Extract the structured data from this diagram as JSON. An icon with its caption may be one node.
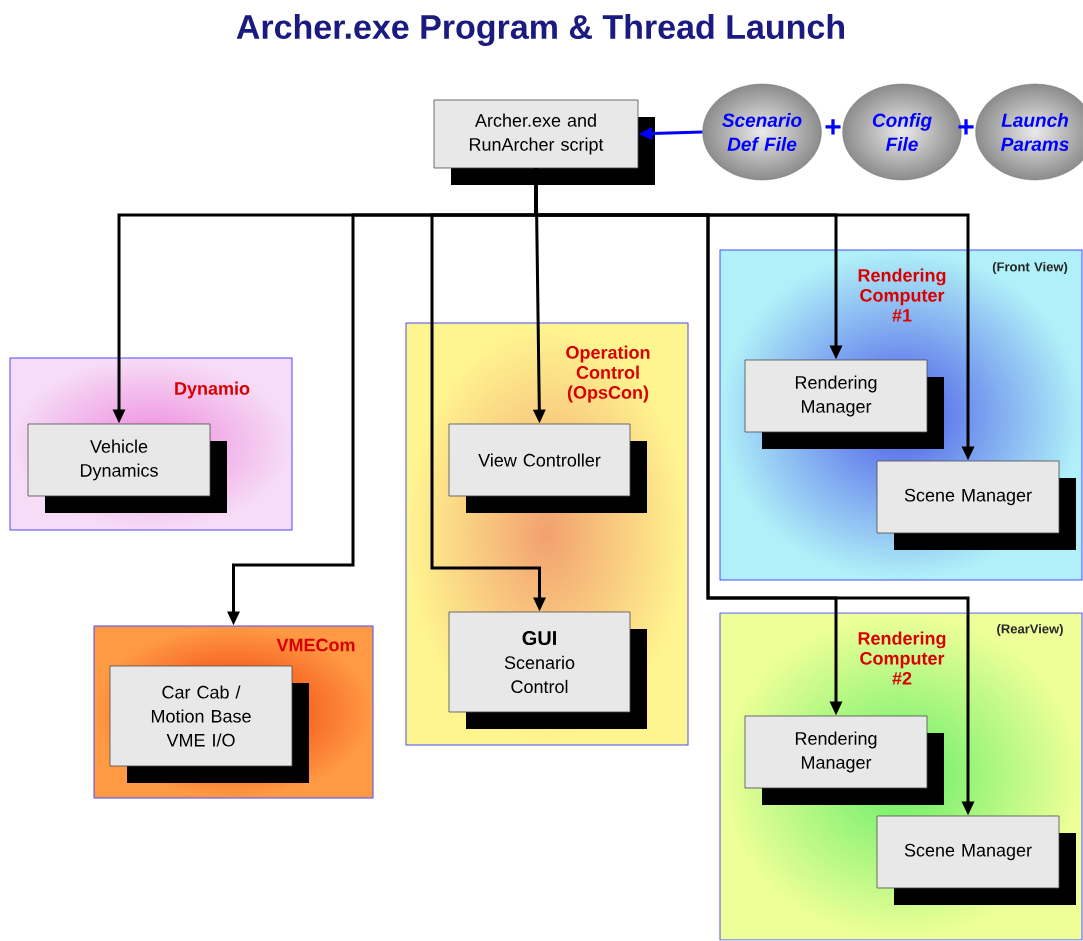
{
  "diagram": {
    "title": "Archer.exe Program & Thread Launch",
    "nodes": [
      {
        "text": [
          "Archer.exe and RunArcher script"
        ]
      },
      {
        "text": [
          "Scenario Def File"
        ]
      },
      {
        "text": [
          "Config File"
        ]
      },
      {
        "text": [
          "Launch Params"
        ]
      },
      {
        "text": [
          "Dynamio"
        ]
      },
      {
        "text": [
          "Vehicle Dynamics"
        ],
        "in": 4
      },
      {
        "text": [
          "VMECom"
        ]
      },
      {
        "text": [
          "Car Cab / Motion Base VME I/O"
        ],
        "in": 6
      },
      {
        "text": [
          "Operation Control (OpsCon)"
        ]
      },
      {
        "text": [
          "View Controller"
        ],
        "in": 8
      },
      {
        "text": [
          "GUI",
          "Scenario Control"
        ],
        "in": 8
      },
      {
        "text": [
          "Rendering Computer #1",
          "(Front View)"
        ]
      },
      {
        "text": [
          "Rendering Manager"
        ],
        "in": 11
      },
      {
        "text": [
          "Scene Manager"
        ],
        "in": 11
      },
      {
        "text": [
          "Rendering Computer #2",
          "(RearView)"
        ]
      },
      {
        "text": [
          "Rendering Manager"
        ],
        "in": 14
      },
      {
        "text": [
          "Scene Manager"
        ],
        "in": 14
      }
    ],
    "edges": [
      {
        "from": 1,
        "to": 0,
        "arrow": "to",
        "color": "#0000ff"
      },
      {
        "from": 0,
        "to": 5,
        "arrow": "to"
      },
      {
        "from": 0,
        "to": 6,
        "arrow": "to"
      },
      {
        "from": 0,
        "to": 9,
        "arrow": "to"
      },
      {
        "from": 0,
        "to": 10,
        "arrow": "to"
      },
      {
        "from": 0,
        "to": 12,
        "arrow": "to"
      },
      {
        "from": 0,
        "to": 13,
        "arrow": "to"
      },
      {
        "from": 0,
        "to": 15,
        "arrow": "to"
      },
      {
        "from": 0,
        "to": 16,
        "arrow": "to"
      }
    ],
    "labels": [
      "+",
      "+"
    ]
  }
}
